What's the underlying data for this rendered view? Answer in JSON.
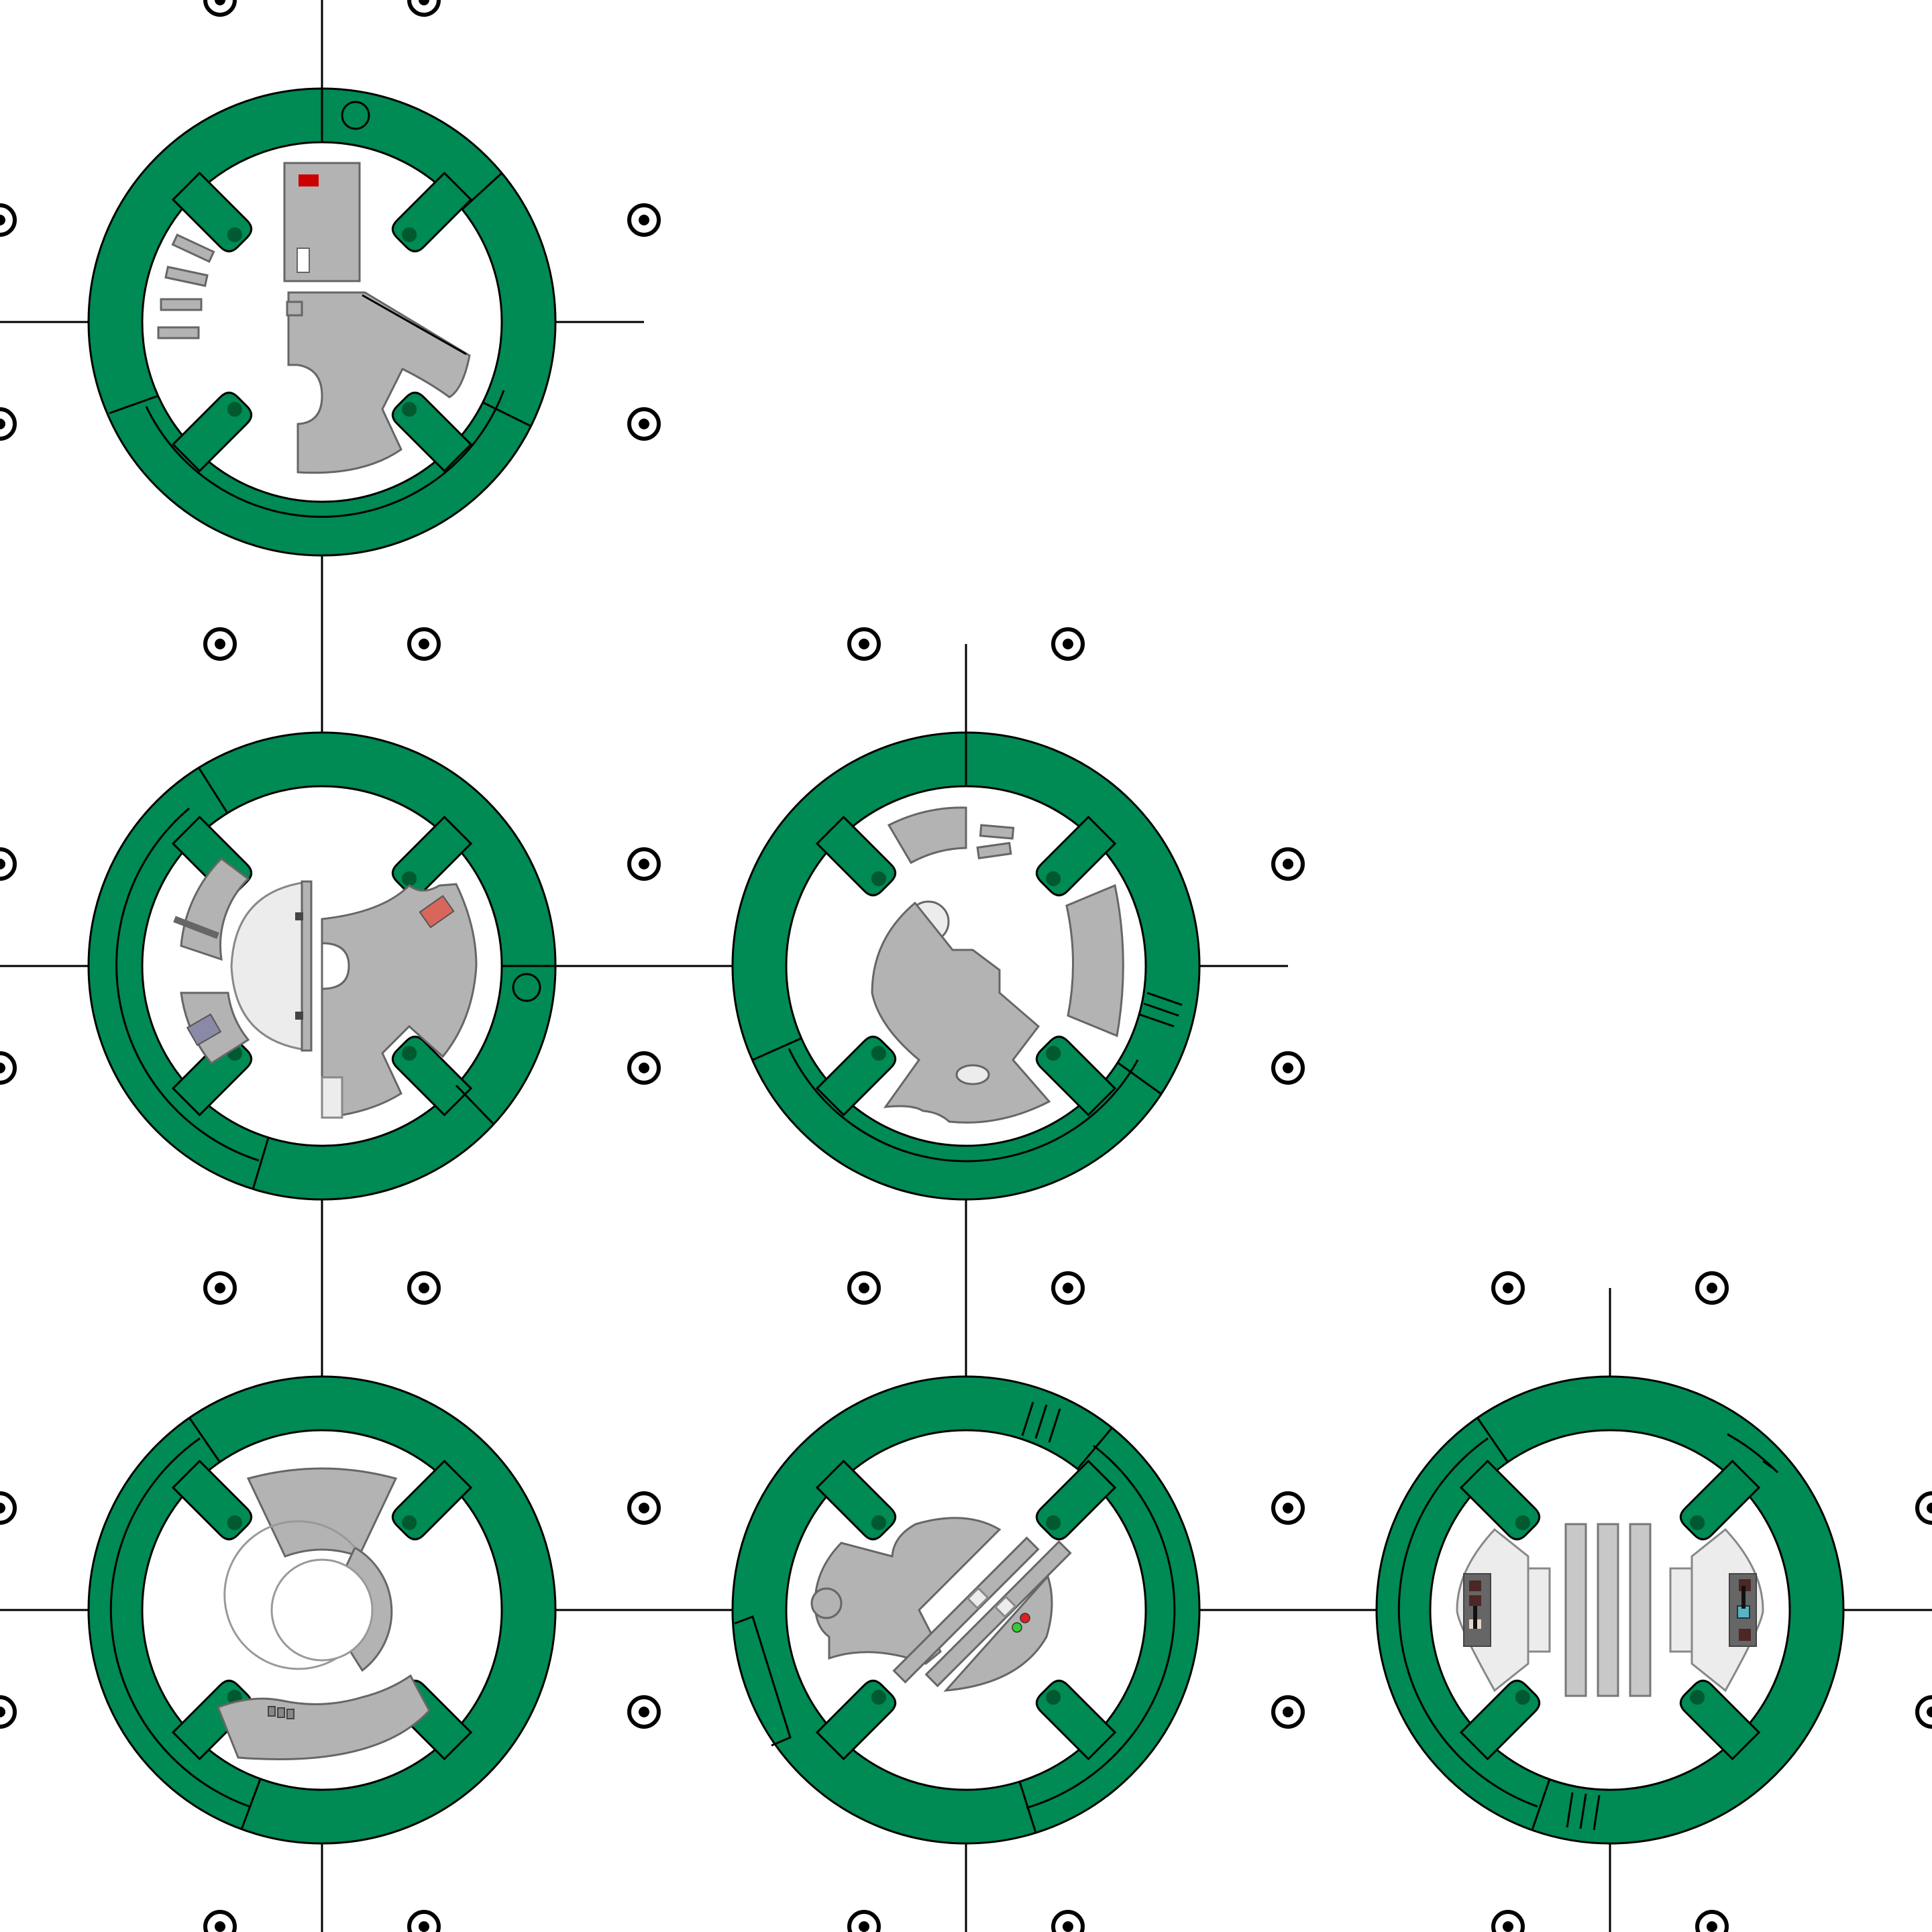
{
  "colors": {
    "ring": "#008a54",
    "ring_stroke": "#000000",
    "inner": "#ffffff",
    "tab": "#008a54",
    "tab_dot": "#00592f",
    "panel": "#b3b3b3",
    "panel_light": "#ececec",
    "panel_stroke": "#666666",
    "accent_red": "#cc0000",
    "accent_salmon": "#d9665a",
    "accent_violet": "#8a8aa6",
    "accent_dark_brown": "#4d2626",
    "accent_cyan": "#5ab4c4",
    "accent_green_led": "#33cc33",
    "accent_red_led": "#e02020"
  },
  "tiles": [
    {
      "id": "tile-1",
      "variant": "top-left"
    },
    {
      "id": "tile-2",
      "variant": "middle-left"
    },
    {
      "id": "tile-3",
      "variant": "middle-center"
    },
    {
      "id": "tile-4",
      "variant": "bottom-left"
    },
    {
      "id": "tile-5",
      "variant": "bottom-center"
    },
    {
      "id": "tile-6",
      "variant": "bottom-right"
    }
  ],
  "icons": {
    "bolt": "target-bolt-icon",
    "tab": "clamp-tab-icon"
  }
}
